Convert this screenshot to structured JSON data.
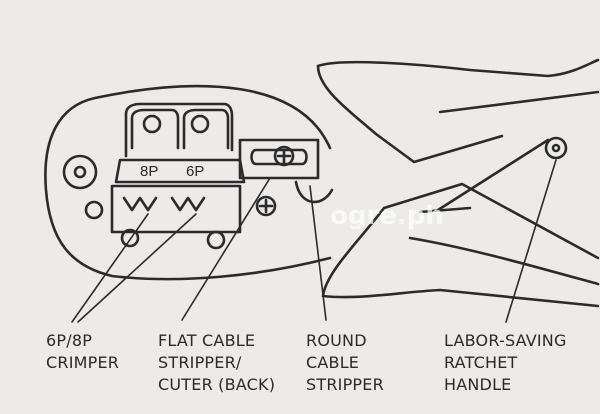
{
  "diagram": {
    "die_labels": {
      "eight_p": "8P",
      "six_p": "6P"
    },
    "watermark": "ogre.ph",
    "callouts": [
      {
        "id": "crimper",
        "lines": [
          "6P/8P",
          "CRIMPER"
        ]
      },
      {
        "id": "flat-cable-stripper",
        "lines": [
          "FLAT CABLE",
          "STRIPPER/",
          "CUTER (BACK)"
        ]
      },
      {
        "id": "round-cable-stripper",
        "lines": [
          "ROUND",
          "CABLE",
          "STRIPPER"
        ]
      },
      {
        "id": "ratchet-handle",
        "lines": [
          "LABOR-SAVING",
          "RATCHET",
          "HANDLE"
        ]
      }
    ],
    "colors": {
      "background": "#ecebea",
      "stroke": "#2b2b2b",
      "text": "#2a2a2a"
    }
  }
}
